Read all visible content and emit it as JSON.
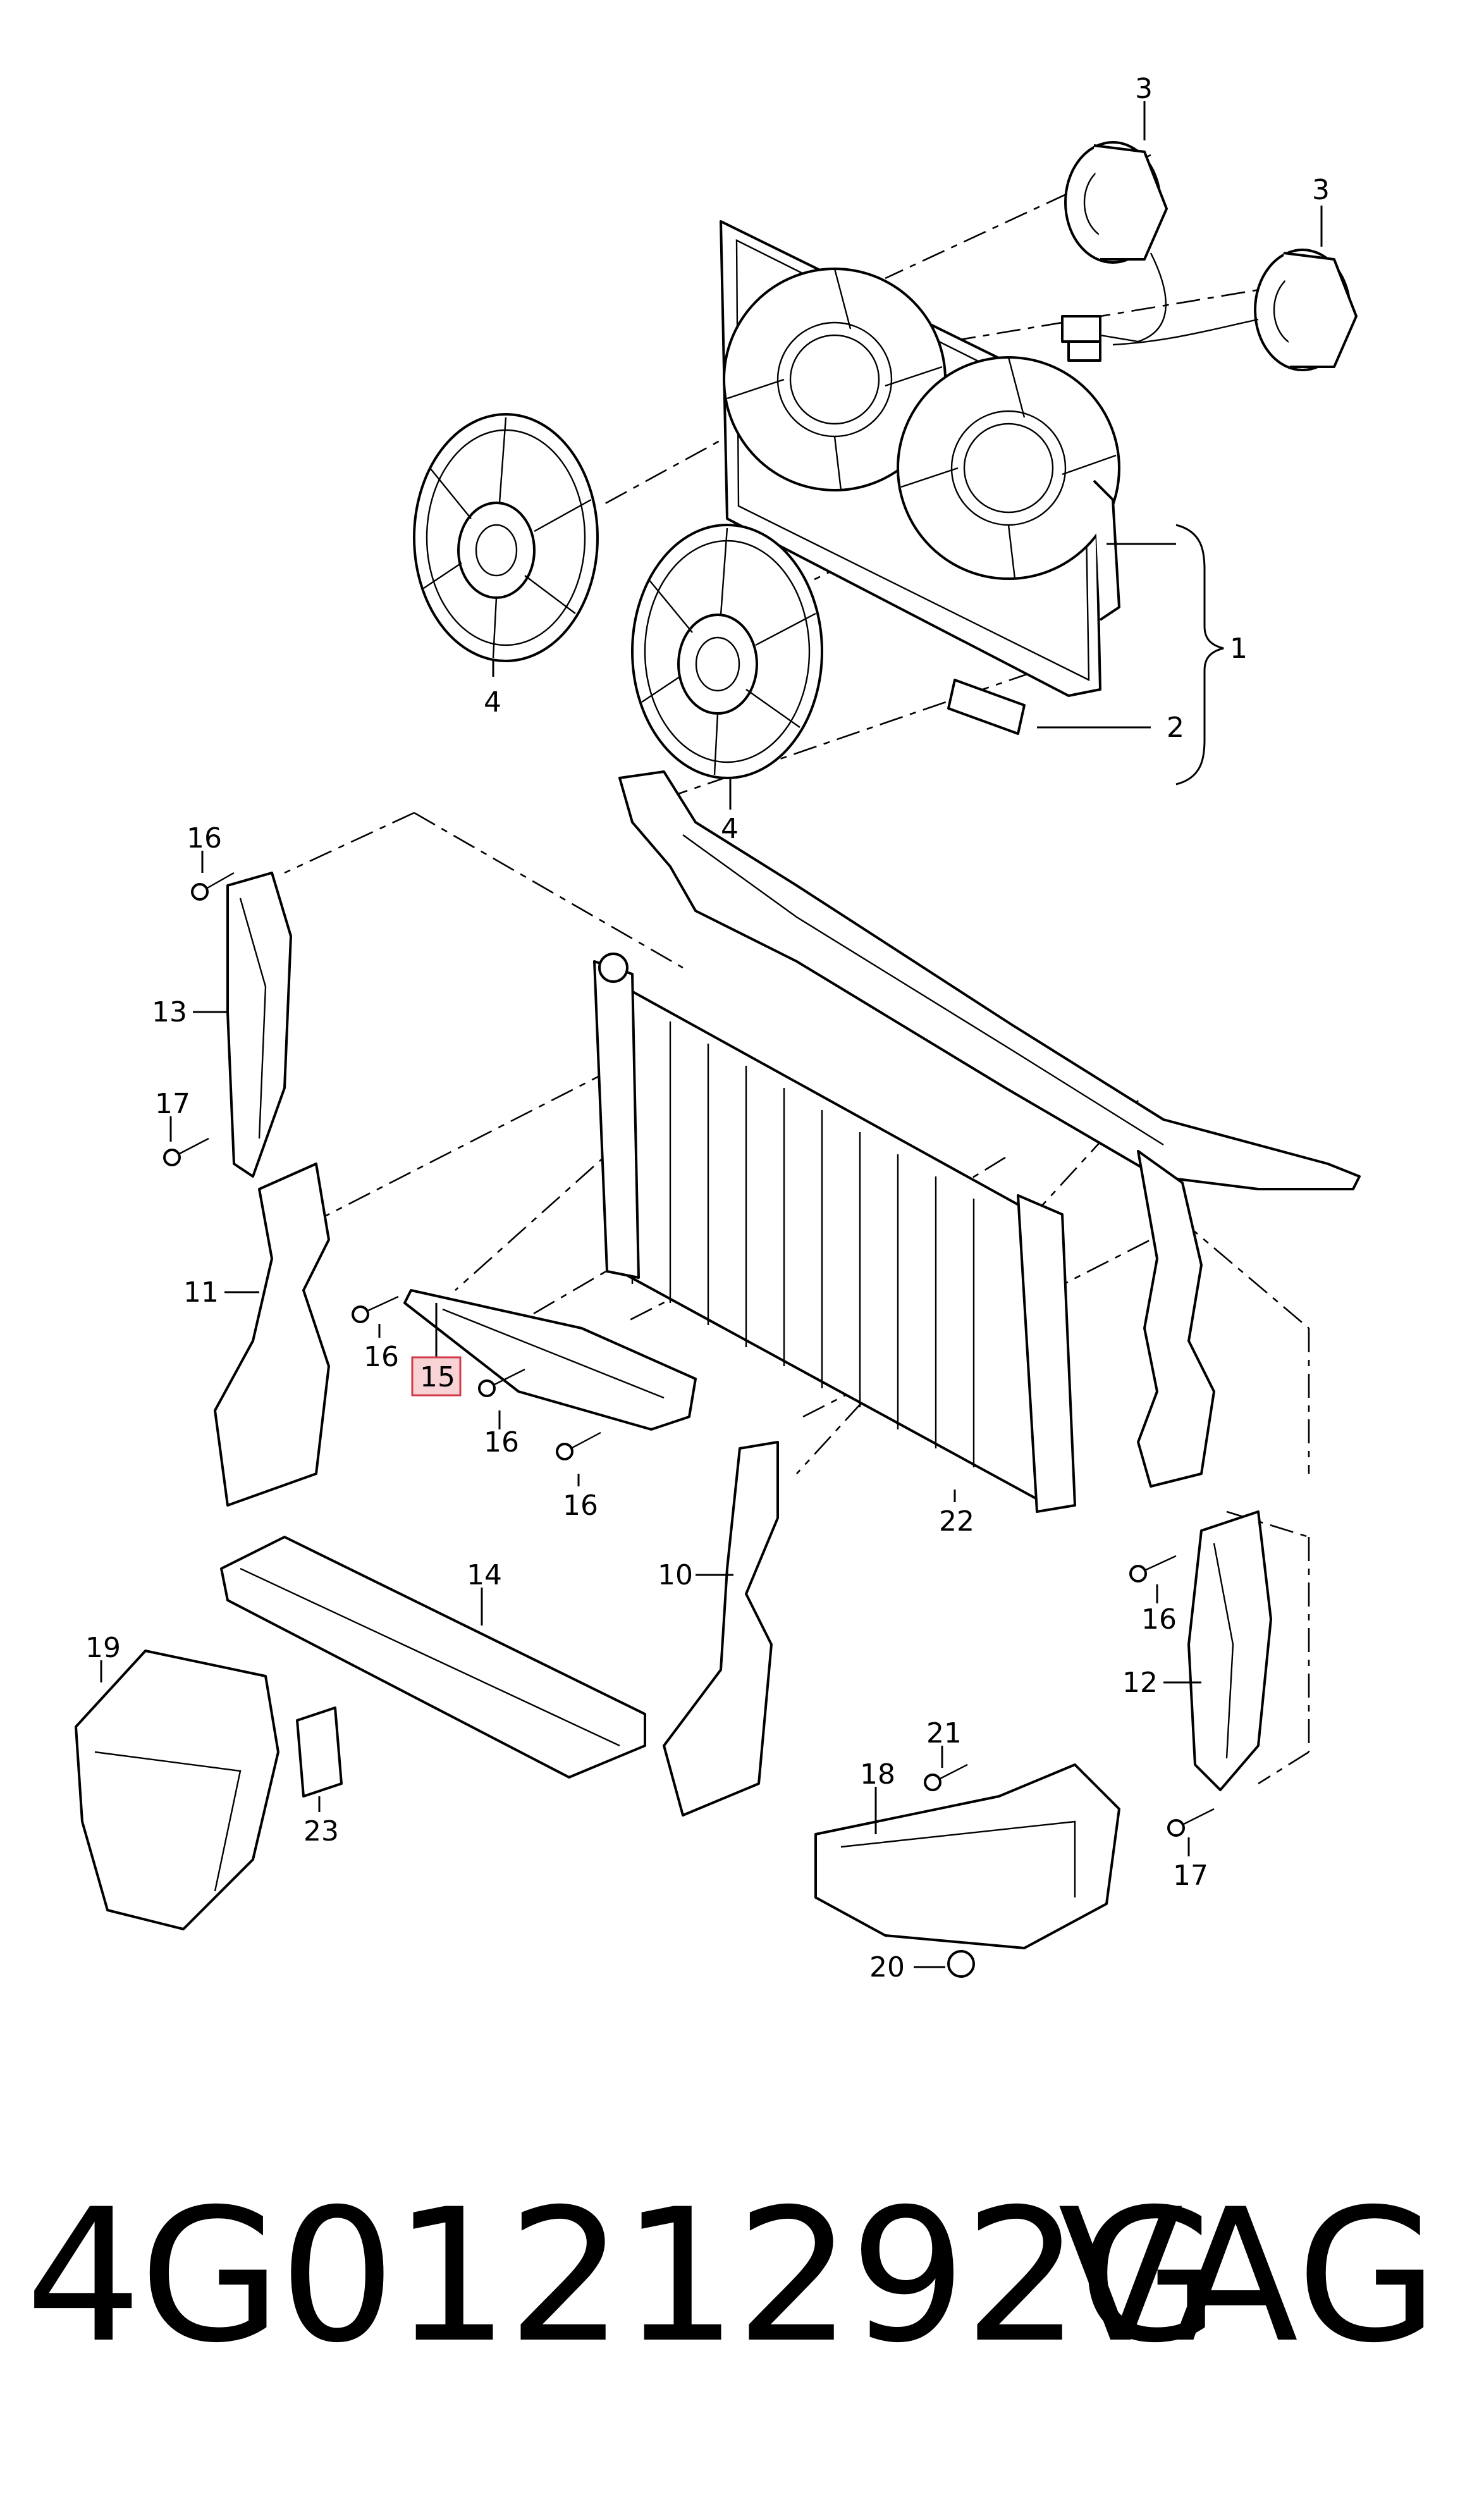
{
  "diagram": {
    "callouts": [
      {
        "id": "c3a",
        "label": "3"
      },
      {
        "id": "c3b",
        "label": "3"
      },
      {
        "id": "c4a",
        "label": "4"
      },
      {
        "id": "c4b",
        "label": "4"
      },
      {
        "id": "c1",
        "label": "1"
      },
      {
        "id": "c2",
        "label": "2"
      },
      {
        "id": "c16a",
        "label": "16"
      },
      {
        "id": "c13",
        "label": "13"
      },
      {
        "id": "c17a",
        "label": "17"
      },
      {
        "id": "c11",
        "label": "11"
      },
      {
        "id": "c16b",
        "label": "16"
      },
      {
        "id": "c15",
        "label": "15",
        "highlighted": true
      },
      {
        "id": "c16c",
        "label": "16"
      },
      {
        "id": "c16d",
        "label": "16"
      },
      {
        "id": "c22",
        "label": "22"
      },
      {
        "id": "c14",
        "label": "14"
      },
      {
        "id": "c10",
        "label": "10"
      },
      {
        "id": "c16e",
        "label": "16"
      },
      {
        "id": "c12",
        "label": "12"
      },
      {
        "id": "c19",
        "label": "19"
      },
      {
        "id": "c23",
        "label": "23"
      },
      {
        "id": "c21",
        "label": "21"
      },
      {
        "id": "c18",
        "label": "18"
      },
      {
        "id": "c17b",
        "label": "17"
      },
      {
        "id": "c20",
        "label": "20"
      }
    ],
    "highlight_color": "#d23a48"
  },
  "footer": {
    "part_number": "4G0121292G",
    "brand": "VAG"
  }
}
